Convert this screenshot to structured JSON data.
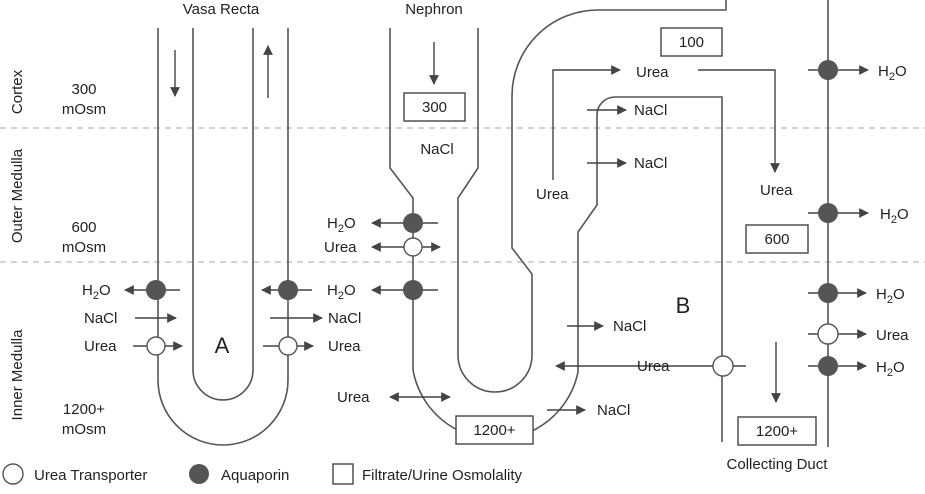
{
  "titles": {
    "vasa_recta": "Vasa Recta",
    "nephron": "Nephron",
    "collecting_duct": "Collecting Duct"
  },
  "zones": {
    "cortex": "Cortex",
    "outer_medulla": "Outer Medulla",
    "inner_medulla": "Inner Medulla"
  },
  "osmolarity": {
    "cortex_value": "300",
    "outer_value": "600",
    "inner_value": "1200+",
    "unit": "mOsm"
  },
  "box_values": {
    "nephron_top": "300",
    "loop_top": "100",
    "duct_mid": "600",
    "loop_bottom": "1200+",
    "duct_bottom": "1200+"
  },
  "labels": {
    "a": "A",
    "b": "B",
    "h2o_base": "H",
    "h2o_sub": "2",
    "h2o_end": "O",
    "nacl": "NaCl",
    "urea": "Urea"
  },
  "legend": {
    "urea_transporter": "Urea Transporter",
    "aquaporin": "Aquaporin",
    "osmolality": "Filtrate/Urine Osmolality"
  }
}
